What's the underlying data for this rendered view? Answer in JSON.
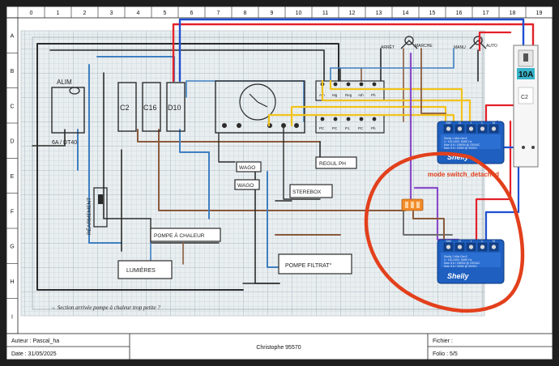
{
  "frame": {
    "columns": [
      "0",
      "1",
      "2",
      "3",
      "4",
      "5",
      "6",
      "7",
      "8",
      "9",
      "10",
      "11",
      "12",
      "13",
      "14",
      "15",
      "16",
      "17",
      "18",
      "19"
    ],
    "rows": [
      "A",
      "B",
      "C",
      "D",
      "E",
      "F",
      "G",
      "H",
      "I"
    ]
  },
  "title_block": {
    "author": "Auteur : Pascal_ha",
    "date": "Date : 31/05/2025",
    "center": "Christophe 95570",
    "file": "Fichier :",
    "folio": "Folio : 5/5"
  },
  "sketch_labels": {
    "alim_title": "ALIM",
    "alim_rating": "6A / DT40",
    "breaker_1": "C2",
    "breaker_2": "C16",
    "breaker_3": "D10",
    "wago_1": "WAGO",
    "wago_2": "WAGO",
    "regul": "REGUL PH",
    "sterebox": "STEREBOX",
    "pompe_chaleur": "POMPE À CHALEUR",
    "lumieres": "LUMIÈRES",
    "pompe_filtration": "POMPE FILTRAT°",
    "rearmement": "RÉARMEMENT",
    "note": "→ Section arrivée pompe à chaleur trop petite ?",
    "switch_left_positions": [
      "ARRÊT",
      "MARCHE"
    ],
    "switch_right_positions": [
      "MANU",
      "AUTO"
    ],
    "terminal_row": [
      "Ath",
      "Mg",
      "Reg",
      "Ath",
      "Ph"
    ],
    "terminal_row_2": [
      "PC",
      "PC",
      "P1",
      "PC",
      "Ph"
    ]
  },
  "annotation": {
    "mode_label": "mode switch_detached"
  },
  "breaker": {
    "rating": "10A",
    "brand": "C2"
  },
  "shelly_top": {
    "terminals": [
      "SW",
      "O",
      "I",
      "L",
      "N"
    ],
    "brand": "Shelly",
    "spec_lines": [
      "Shelly 1 Mini Gen3",
      "1~ 110-240V, 50/60 Hz",
      "Max: 8 A / 1840W @ 230VAC",
      "Max: 8 A / 240W @ 30VDC"
    ]
  },
  "shelly_bottom": {
    "terminals": [
      "SW",
      "O",
      "I",
      "L",
      "N"
    ],
    "brand": "Shelly",
    "spec_lines": [
      "Shelly 1 Mini Gen3",
      "1~ 110-240V, 50/60 Hz",
      "Max: 8 A / 1840W @ 230VAC",
      "Max: 8 A / 240W @ 30VDC"
    ]
  },
  "colors": {
    "red_annotation": "#e2401c",
    "shelly_blue": "#1e5fbf",
    "wire_red": "#e3212a",
    "wire_blue": "#1f4fd1",
    "wire_yellow": "#f2c21b",
    "wire_purple": "#8a4cc9",
    "wire_brown": "#8a5a3c",
    "wire_grey": "#6f6f6f",
    "wago_orange": "#f28b2a"
  }
}
